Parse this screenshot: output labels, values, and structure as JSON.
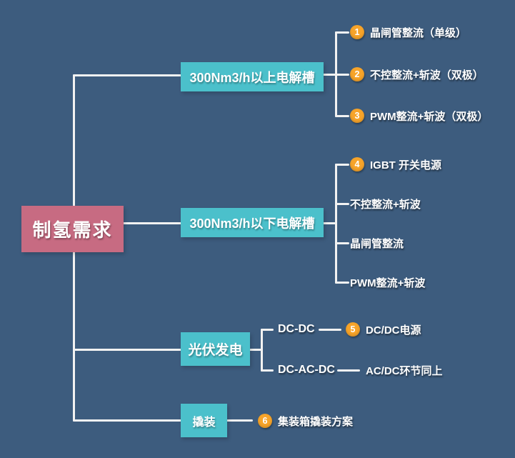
{
  "colors": {
    "background": "#3d5c7e",
    "line": "#f2f2f2",
    "root_bg": "#c76b82",
    "branch_bg": "#4bc0cb",
    "badge_bg": "#f7a42a",
    "text": "#ffffff"
  },
  "root": {
    "label": "制氢需求"
  },
  "branches": [
    {
      "label": "300Nm3/h以上电解槽",
      "leaves": [
        {
          "num": "1",
          "label": "晶闸管整流（单级）"
        },
        {
          "num": "2",
          "label": "不控整流+斩波（双极）"
        },
        {
          "num": "3",
          "label": "PWM整流+斩波（双极）"
        }
      ]
    },
    {
      "label": "300Nm3/h以下电解槽",
      "leaves": [
        {
          "num": "4",
          "label": "IGBT 开关电源"
        },
        {
          "label": "不控整流+斩波"
        },
        {
          "label": "晶闸管整流"
        },
        {
          "label": "PWM整流+斩波"
        }
      ]
    },
    {
      "label": "光伏发电",
      "leaves": [
        {
          "label": "DC-DC",
          "sub": {
            "num": "5",
            "label": "DC/DC电源"
          }
        },
        {
          "label": "DC-AC-DC",
          "sub": {
            "label": "AC/DC环节同上"
          }
        }
      ]
    },
    {
      "label": "撬装",
      "leaves": [
        {
          "num": "6",
          "label": "集装箱撬装方案"
        }
      ]
    }
  ]
}
